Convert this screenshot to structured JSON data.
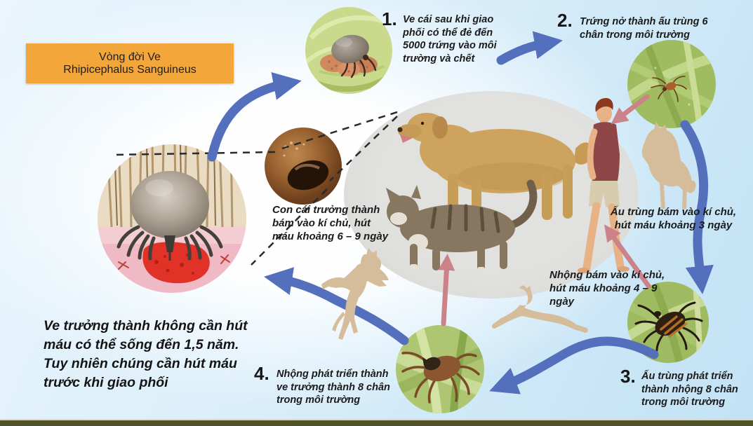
{
  "title": {
    "line1": "Vòng đời Ve",
    "line2": "Rhipicephalus Sanguineus"
  },
  "steps": [
    {
      "number": "1.",
      "text": "Ve cái sau khi giao phối có thể đẻ đến 5000 trứng vào môi trường và chết"
    },
    {
      "number": "2.",
      "text": "Trứng nở thành ấu trùng 6 chân trong môi trường"
    },
    {
      "number": "3.",
      "text": "Ấu trùng phát triển thành nhộng 8 chân trong môi trường"
    },
    {
      "number": "4.",
      "text": "Nhộng phát triển thành ve trưởng thành 8 chân trong môi trường"
    }
  ],
  "annotations": {
    "larva_on_host": "Ấu trùng bám vào kí chủ, hút máu khoảng 3 ngày",
    "nymph_on_host": "Nhộng bám vào kí chủ, hút máu khoảng 4 – 9 ngày",
    "adult_female_on_host": "Con cái trưởng thành bám vào kí chủ, hút máu khoảng 6 – 9 ngày",
    "adult_longevity_note": "Ve trưởng thành không cần hút máu có thể sống đến 1,5 năm. Tuy nhiên chúng cần hút máu trước khi giao phối"
  },
  "figures": {
    "egg_laying_tick": "tick-laying-eggs-on-leaf",
    "larva_on_grass": "larva-tick-on-grass",
    "nymph_on_grass": "nymph-tick-on-grass",
    "adult_on_grass": "adult-tick-on-grass",
    "feeding_tick_closeup": "engorged-tick-feeding-in-skin",
    "dog_ear_closeup": "dog-ear-with-ticks",
    "hosts": "dog-cat-human-hosts"
  },
  "colors": {
    "title_bg": "#F3A73B",
    "arrow_blue": "#5470BC",
    "arrow_pink": "#CC8289",
    "silhouette_tan": "#D5BD9C",
    "host_ellipse": "#DDDDDA",
    "bottom_bar": "#53532B"
  }
}
